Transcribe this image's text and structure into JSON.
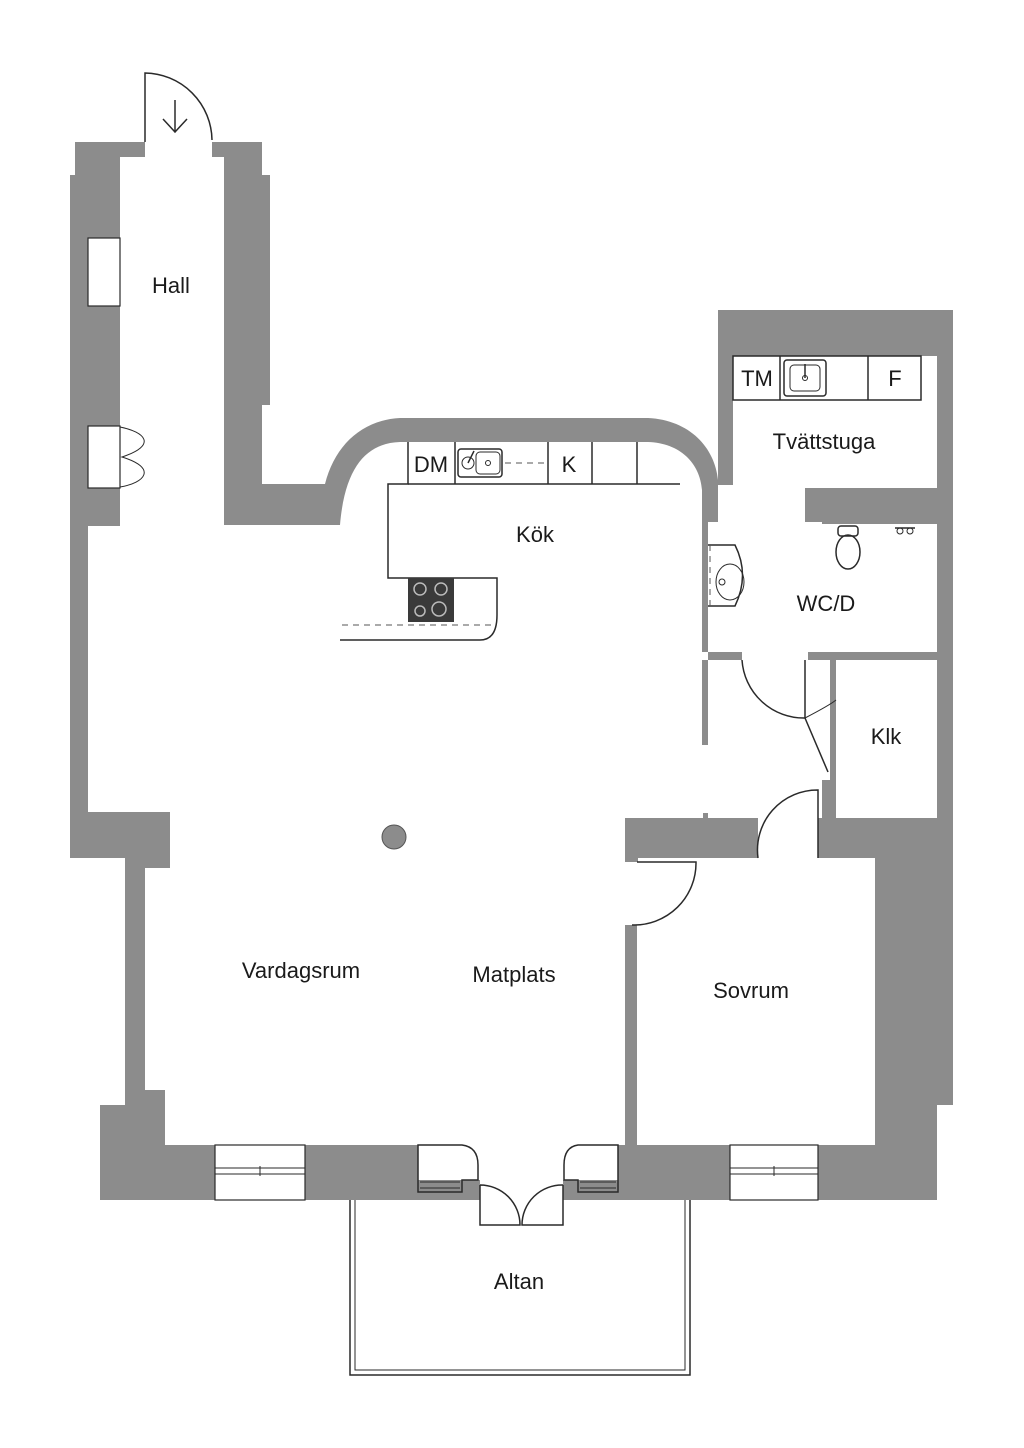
{
  "rooms": {
    "hall": "Hall",
    "kok": "Kök",
    "tvattstuga": "Tvättstuga",
    "wcd": "WC/D",
    "klk": "Klk",
    "vardagsrum": "Vardagsrum",
    "matplats": "Matplats",
    "sovrum": "Sovrum",
    "altan": "Altan"
  },
  "fixtures": {
    "dishwasher": "DM",
    "fridge": "K",
    "washing_machine": "TM",
    "freezer": "F"
  },
  "colors": {
    "wall": "#8c8c8c",
    "line": "#2a2a2a",
    "stove": "#3a3a3a"
  },
  "icons": [
    "entry-arrow-icon",
    "sink-icon",
    "stove-icon",
    "toilet-icon",
    "washbasin-icon",
    "column-icon",
    "door-swing-icon"
  ]
}
